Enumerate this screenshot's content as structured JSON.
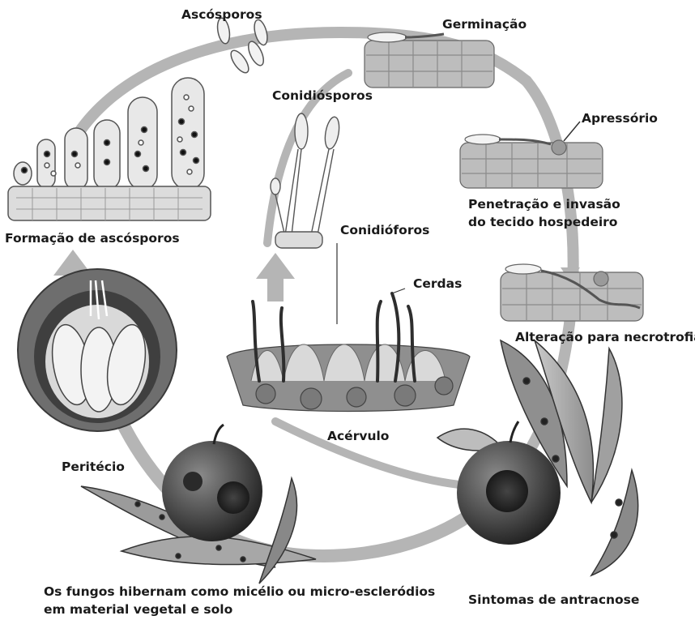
{
  "labels": {
    "ascosporos": "Ascósporos",
    "germinacao": "Germinação",
    "conidiosporos": "Conidiósporos",
    "apressorio": "Apressório",
    "penetracao_l1": "Penetração e invasão",
    "penetracao_l2": "do tecido hospedeiro",
    "formacao": "Formação de ascósporos",
    "conidioforos": "Conidióforos",
    "cerdas": "Cerdas",
    "alteracao": "Alteração para necrotrofia",
    "acervulo": "Acérvulo",
    "peritecio": "Peritécio",
    "hibernam_l1": "Os fungos hibernam como micélio ou micro-escleródios",
    "hibernam_l2": "em material vegetal e solo",
    "sintomas": "Sintomas de antracnose"
  }
}
